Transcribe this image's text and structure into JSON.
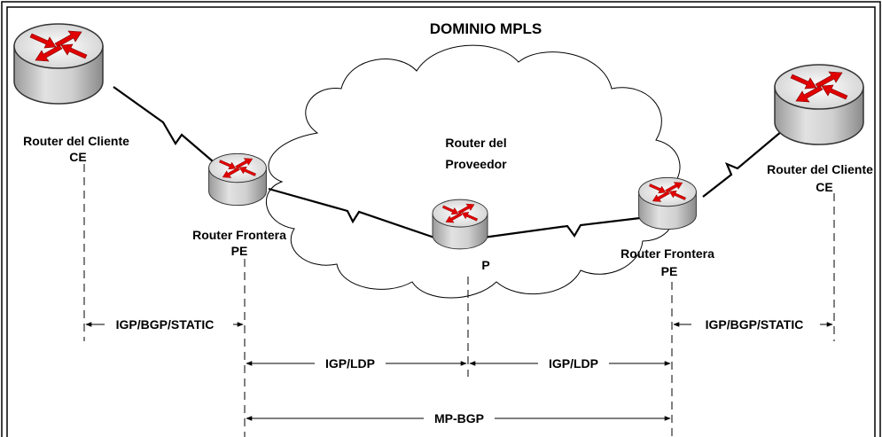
{
  "title": "DOMINIO MPLS",
  "nodes": {
    "ce_left": {
      "line1": "Router del Cliente",
      "line2": "CE"
    },
    "pe_left": {
      "line1": "Router Frontera",
      "line2": "PE"
    },
    "p": {
      "line1": "Router del",
      "line2": "Proveedor",
      "line3": "P"
    },
    "pe_right": {
      "line1": "Router Frontera",
      "line2": "PE"
    },
    "ce_right": {
      "line1": "Router del Cliente",
      "line2": "CE"
    }
  },
  "protocols": {
    "left_ce_pe": "IGP/BGP/STATIC",
    "right_pe_ce": "IGP/BGP/STATIC",
    "pe_p_left": "IGP/LDP",
    "p_pe_right": "IGP/LDP",
    "pe_pe": "MP-BGP"
  },
  "colors": {
    "router_body": "#c8c8c8",
    "router_top": "#e6e6e6",
    "arrow": "#e00000",
    "line": "#000000"
  }
}
